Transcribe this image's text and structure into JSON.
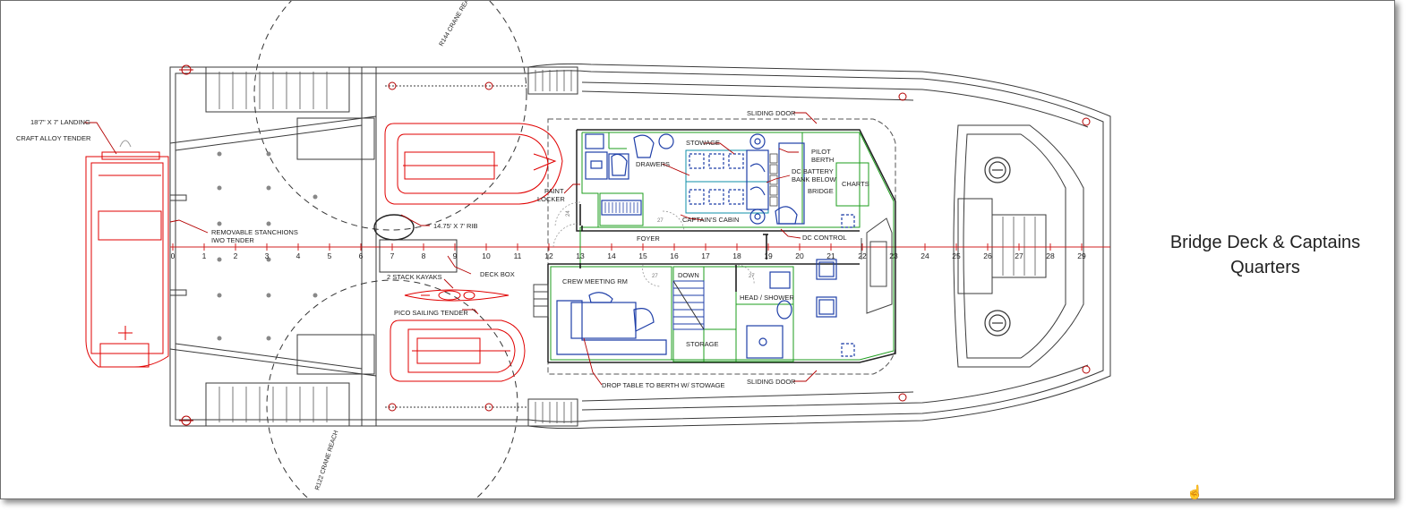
{
  "page": {
    "title": "Bridge Deck & Captains Quarters",
    "cursor_icon": "hand-cursor-icon"
  },
  "frame_numbers": [
    "0",
    "1",
    "2",
    "3",
    "4",
    "5",
    "6",
    "7",
    "8",
    "9",
    "10",
    "11",
    "12",
    "13",
    "14",
    "15",
    "16",
    "17",
    "18",
    "19",
    "20",
    "21",
    "22",
    "23",
    "24",
    "25",
    "26",
    "27",
    "28",
    "29"
  ],
  "labels": {
    "landing_craft_1": "18'7\" X 7' LANDING",
    "landing_craft_2": "CRAFT ALLOY TENDER",
    "stanchions_1": "REMOVABLE STANCHIONS",
    "stanchions_2": "IWO TENDER",
    "crane_reach_top": "R144 CRANE REACH",
    "crane_reach_bottom": "R122 CRANE REACH",
    "rib": "14.75' X 7' RIB",
    "deck_box": "DECK BOX",
    "kayaks": "2 STACK KAYAKS",
    "sailing_tender": "PICO SAILING TENDER",
    "paint_locker_1": "PAINT",
    "paint_locker_2": "LOCKER",
    "foyer": "FOYER",
    "crew_meeting": "CREW MEETING RM",
    "down": "DOWN",
    "storage": "STORAGE",
    "head_shower": "HEAD / SHOWER",
    "drop_table": "DROP TABLE TO BERTH W/ STOWAGE",
    "stowage": "STOWAGE",
    "drawers": "DRAWERS",
    "captains_cabin": "CAPTAIN'S CABIN",
    "pilot_1": "PILOT",
    "pilot_2": "BERTH",
    "dc_battery_1": "DC BATTERY",
    "dc_battery_2": "BANK BELOW",
    "bridge": "BRIDGE",
    "charts": "CHARTS",
    "dc_control": "DC CONTROL",
    "sliding_door_top": "SLIDING DOOR",
    "sliding_door_bottom": "SLIDING DOOR",
    "dim_24": "24",
    "dim_27a": "27",
    "dim_27b": "27",
    "dim_27c": "27"
  },
  "colors": {
    "hull": "#3a3a3a",
    "tender": "#e00000",
    "room_green": "#1e9e1e",
    "furniture_blue": "#1f3fa8",
    "cabin_cyan": "#0f8fa8",
    "leader": "#b40000",
    "centerline": "#d02020"
  }
}
